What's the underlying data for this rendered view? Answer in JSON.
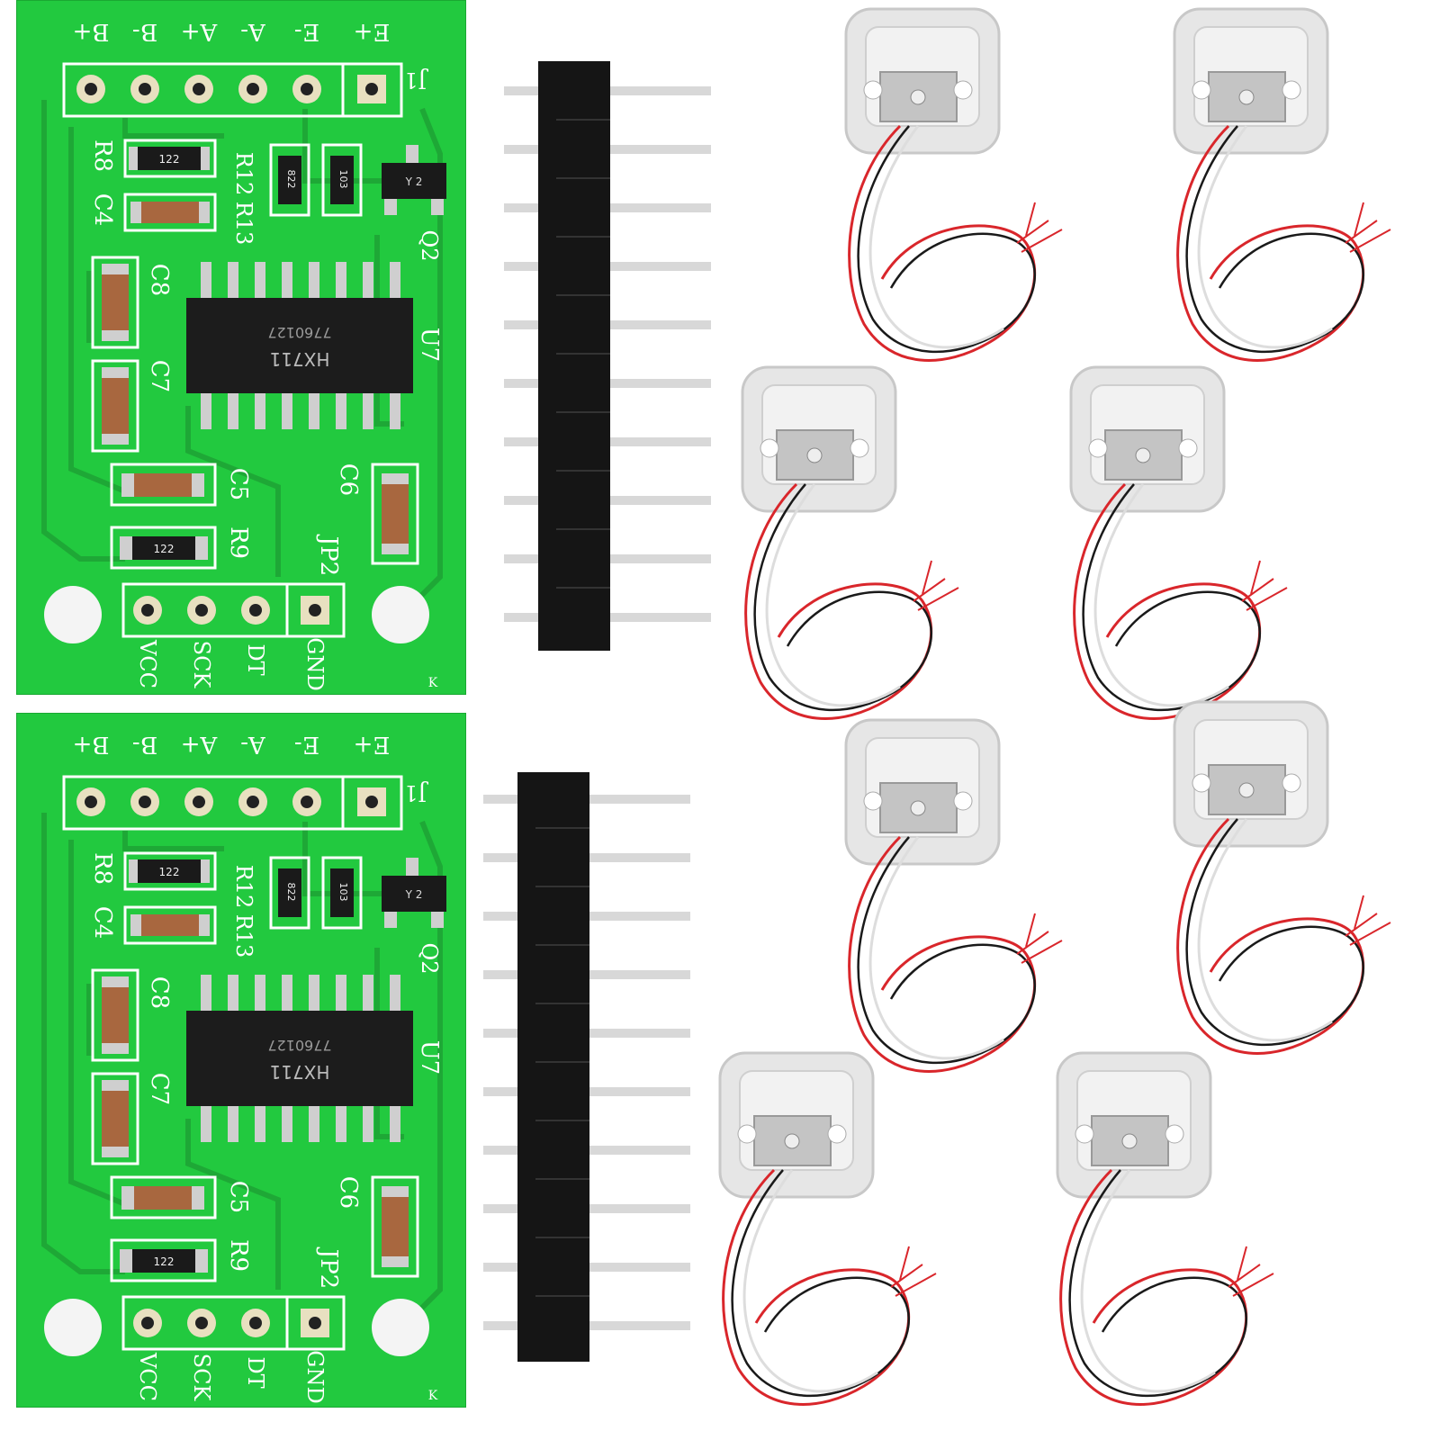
{
  "boards": [
    {
      "top_pins": [
        "B+",
        "B-",
        "A+",
        "A-",
        "E-",
        "E+"
      ],
      "top_connector": "J1",
      "bottom_pins": [
        "VCC",
        "SCK",
        "DT",
        "GND"
      ],
      "bottom_connector": "JP2",
      "chip_line1": "HX711",
      "chip_line2": "7760127",
      "chip_ref": "U7",
      "transistor_ref": "Q2",
      "transistor_mark": "Y 2",
      "labels": [
        "R8",
        "C4",
        "R12",
        "R13",
        "C8",
        "C7",
        "C5",
        "R9",
        "C6"
      ],
      "resistor_code": "122",
      "resistor_codes": [
        "822",
        "103"
      ],
      "corner_mark": "K"
    },
    {
      "top_pins": [
        "B+",
        "B-",
        "A+",
        "A-",
        "E-",
        "E+"
      ],
      "top_connector": "J1",
      "bottom_pins": [
        "VCC",
        "SCK",
        "DT",
        "GND"
      ],
      "bottom_connector": "JP2",
      "chip_line1": "HX711",
      "chip_line2": "7760127",
      "chip_ref": "U7",
      "transistor_ref": "Q2",
      "transistor_mark": "Y 2",
      "labels": [
        "R8",
        "C4",
        "R12",
        "R13",
        "C8",
        "C7",
        "C5",
        "R9",
        "C6"
      ],
      "resistor_code": "122",
      "resistor_codes": [
        "822",
        "103"
      ],
      "corner_mark": "K"
    }
  ],
  "pin_header_count": 10,
  "colors": {
    "pcb_green": "#22c93f",
    "silkscreen": "#ffffff",
    "chip_black": "#1c1c1c",
    "pin_silver": "#d8d8d8",
    "wire_red": "#d9262b",
    "wire_black": "#1a1a1a",
    "wire_white": "#eeeeee",
    "sensor_metal": "#e6e6e6"
  }
}
